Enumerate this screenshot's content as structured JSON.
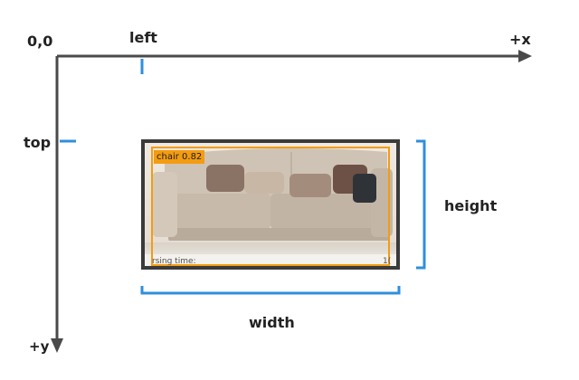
{
  "labels": {
    "origin": "0,0",
    "left": "left",
    "x_axis": "+x",
    "top": "top",
    "height": "height",
    "width": "width",
    "y_axis": "+y"
  },
  "photo": {
    "detection_label": "chair 0.82",
    "processing_text": "rsing time:",
    "processing_value": "1("
  },
  "colors": {
    "axis": "#4a4a4a",
    "marker": "#2f8fdc",
    "frame": "#3a3a3a",
    "bbox": "#f39c12"
  }
}
